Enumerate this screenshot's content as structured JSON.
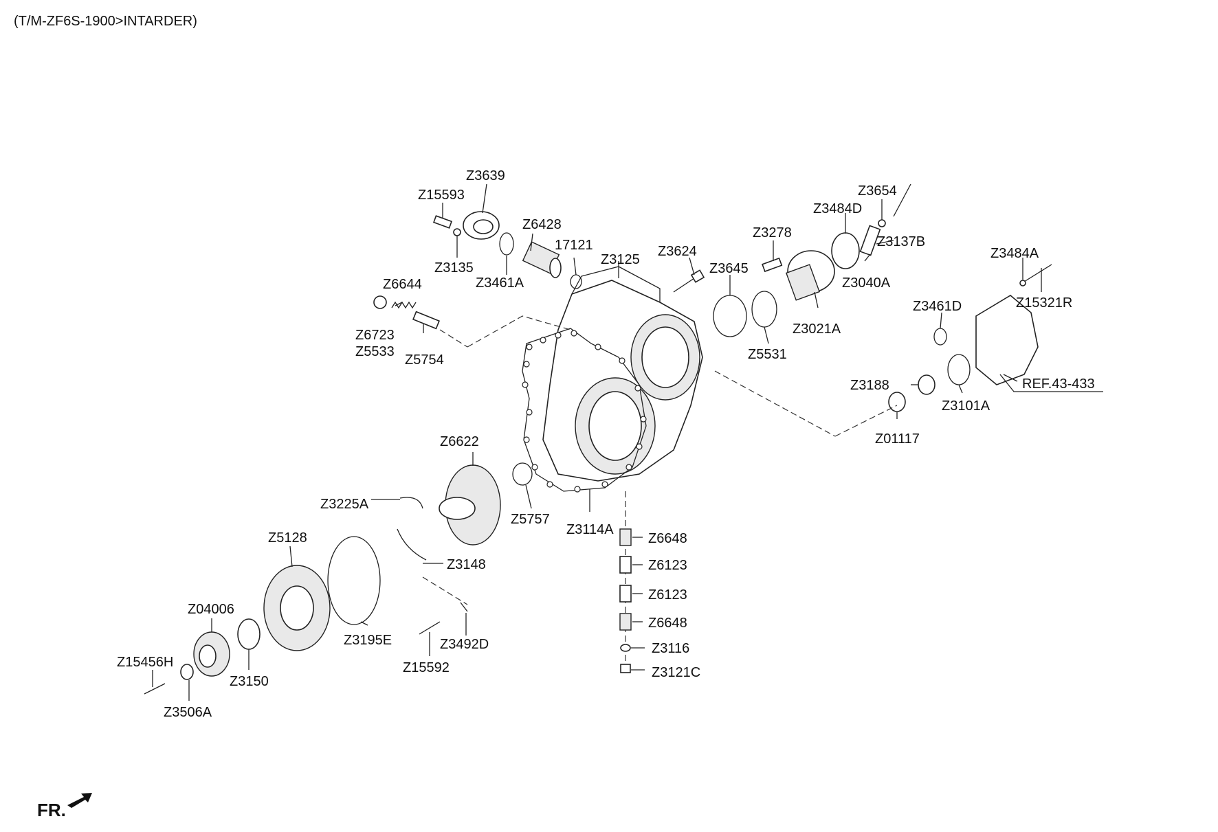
{
  "header": {
    "title": "(T/M-ZF6S-1900>INTARDER)"
  },
  "footer": {
    "front_label": "FR."
  },
  "parts": {
    "z15593": "Z15593",
    "z3639": "Z3639",
    "z3135": "Z3135",
    "z6428": "Z6428",
    "p17121": "17121",
    "z3461a": "Z3461A",
    "z3125": "Z3125",
    "z3624": "Z3624",
    "z6644": "Z6644",
    "z6723": "Z6723",
    "z5533": "Z5533",
    "z5754": "Z5754",
    "z3645": "Z3645",
    "z5531": "Z5531",
    "z3278": "Z3278",
    "z3484d": "Z3484D",
    "z3654": "Z3654",
    "z3137b": "Z3137B",
    "z3040a": "Z3040A",
    "z3021a": "Z3021A",
    "z3484a": "Z3484A",
    "z15321r": "Z15321R",
    "z3461d": "Z3461D",
    "z3188": "Z3188",
    "z3101a": "Z3101A",
    "ref": "REF.43-433",
    "z01117": "Z01117",
    "z6622": "Z6622",
    "z3225a": "Z3225A",
    "z5757": "Z5757",
    "z3114a": "Z3114A",
    "z6648a": "Z6648",
    "z6123a": "Z6123",
    "z6123b": "Z6123",
    "z6648b": "Z6648",
    "z3116": "Z3116",
    "z3121c": "Z3121C",
    "z5128": "Z5128",
    "z3148": "Z3148",
    "z3195e": "Z3195E",
    "z3492d": "Z3492D",
    "z15592": "Z15592",
    "z04006": "Z04006",
    "z3150": "Z3150",
    "z15456h": "Z15456H",
    "z3506a": "Z3506A"
  },
  "chart_data": {
    "type": "exploded-parts-diagram",
    "title": "(T/M-ZF6S-1900>INTARDER)",
    "part_numbers": [
      "Z15593",
      "Z3639",
      "Z3135",
      "Z6428",
      "17121",
      "Z3461A",
      "Z3125",
      "Z3624",
      "Z6644",
      "Z6723",
      "Z5533",
      "Z5754",
      "Z3645",
      "Z5531",
      "Z3278",
      "Z3484D",
      "Z3654",
      "Z3137B",
      "Z3040A",
      "Z3021A",
      "Z3484A",
      "Z15321R",
      "Z3461D",
      "Z3188",
      "Z3101A",
      "REF.43-433",
      "Z01117",
      "Z6622",
      "Z3225A",
      "Z5757",
      "Z3114A",
      "Z6648",
      "Z6123",
      "Z6123",
      "Z6648",
      "Z3116",
      "Z3121C",
      "Z5128",
      "Z3148",
      "Z3195E",
      "Z3492D",
      "Z15592",
      "Z04006",
      "Z3150",
      "Z15456H",
      "Z3506A"
    ]
  }
}
